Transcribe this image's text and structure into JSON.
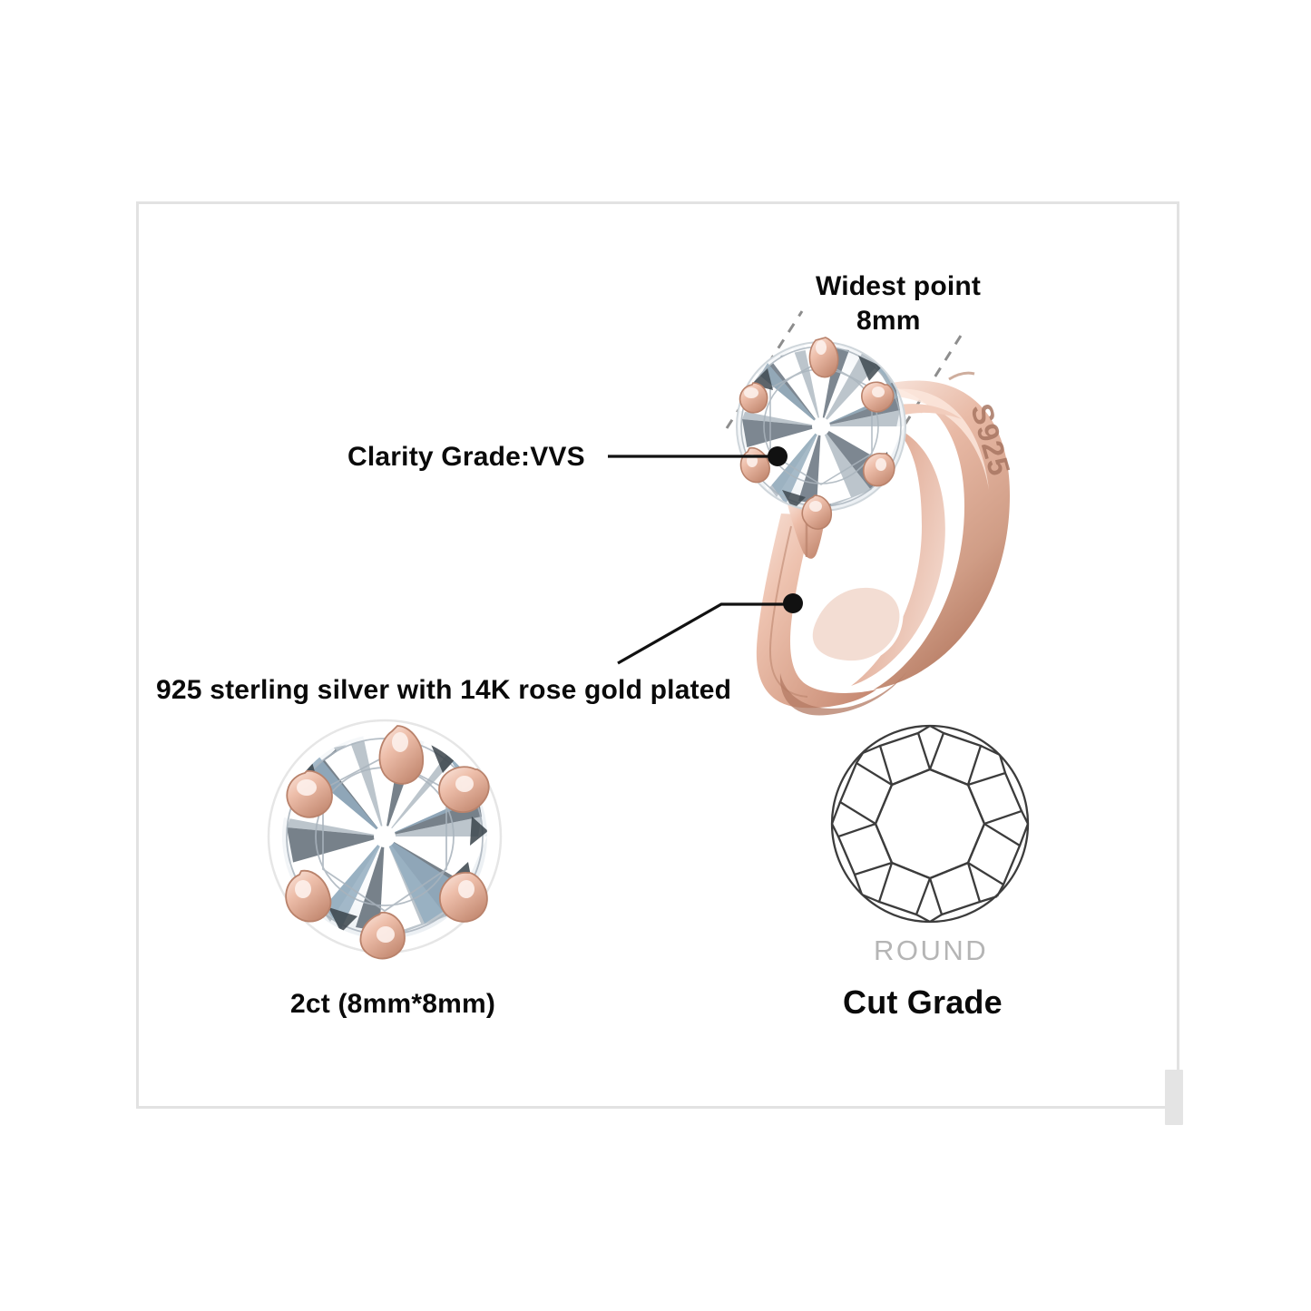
{
  "frame": {
    "border_color": "#e2e2e2"
  },
  "annotations": {
    "widest_point_line1": "Widest point",
    "widest_point_line2": "8mm",
    "clarity": "Clarity Grade:VVS",
    "material": "925 sterling silver with 14K rose gold plated",
    "carat": "2ct (8mm*8mm)",
    "cut_shape": "ROUND",
    "cut_grade": "Cut Grade",
    "engraving": "S925"
  },
  "colors": {
    "rose_gold_light": "#f6ddd2",
    "rose_gold_mid": "#e3b09c",
    "rose_gold_dark": "#c68d76",
    "rose_gold_shadow": "#a9705c",
    "diamond_white": "#ffffff",
    "diamond_gray": "#a8b0b8",
    "diamond_blue": "#9fb6c8",
    "diamond_dark": "#4d555c",
    "label_text": "#0a0a0a",
    "round_text": "#b5b5b5",
    "frame_border": "#e2e2e2",
    "leader_line": "#111111",
    "dashed_line": "#8d8d8d"
  },
  "diagram": {
    "cut_diagram_name": "round-brilliant-facet-diagram",
    "ring_name": "solitaire-engagement-ring",
    "stone_closeup_name": "six-prong-stone-closeup"
  }
}
